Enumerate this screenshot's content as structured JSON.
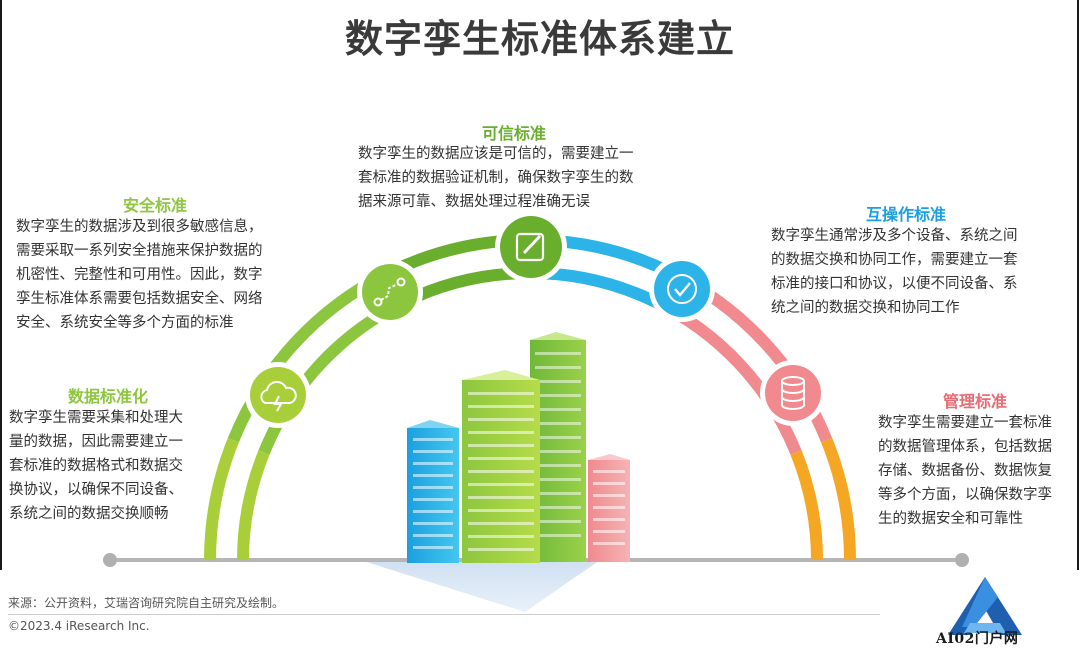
{
  "title": "数字孪生标准体系建立",
  "blocks": {
    "kexin": {
      "title": "可信标准",
      "lines": [
        "数字孪生的数据应该是可信的，需要建立一",
        "套标准的数据验证机制，确保数字孪生的数",
        "据来源可靠、数据处理过程准确无误"
      ]
    },
    "anquan": {
      "title": "安全标准",
      "lines": [
        "数字孪生的数据涉及到很多敏感信息，",
        "需要采取一系列安全措施来保护数据的",
        "机密性、完整性和可用性。因此，数字",
        "孪生标准体系需要包括数据安全、网络",
        "安全、系统安全等多个方面的标准"
      ]
    },
    "hucaozuo": {
      "title": "互操作标准",
      "lines": [
        "数字孪生通常涉及多个设备、系统之间",
        "的数据交换和协同工作，需要建立一套",
        "标准的接口和协议，以便不同设备、系",
        "统之间的数据交换和协同工作"
      ]
    },
    "shuju": {
      "title": "数据标准化",
      "lines": [
        "数字孪生需要采集和处理大",
        "量的数据，因此需要建立一",
        "套标准的数据格式和数据交",
        "换协议，以确保不同设备、",
        "系统之间的数据交换顺畅"
      ]
    },
    "guanli": {
      "title": "管理标准",
      "lines": [
        "数字孪生需要建立一套标准",
        "的数据管理体系，包括数据",
        "存储、数据备份、数据恢复",
        "等多个方面，以确保数字孪",
        "生的数据安全和可靠性"
      ]
    }
  },
  "icons": [
    "cloud-lightning-icon",
    "route-nodes-icon",
    "edit-pencil-icon",
    "check-circle-icon",
    "database-icon"
  ],
  "colors": {
    "lime": "#a8cf3a",
    "green": "#6aae2e",
    "blue": "#2cb4e8",
    "pink": "#f08a8e",
    "orange": "#f5a623",
    "title": "#3a3a3a"
  },
  "footer": {
    "source": "来源：公开资料，艾瑞咨询研究院自主研究及绘制。",
    "copyright": "©2023.4 iResearch Inc."
  },
  "logo_text": "AI02门户网"
}
